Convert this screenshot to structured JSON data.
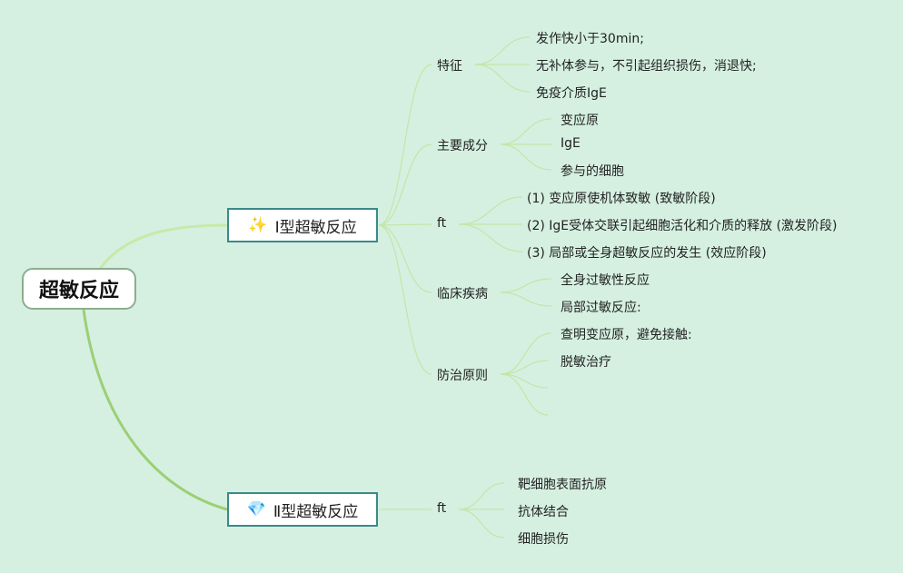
{
  "root": {
    "label": "超敏反应"
  },
  "branches": [
    {
      "label": "Ⅰ型超敏反应",
      "icon": "magic-wand-icon",
      "icon_glyph": "✨",
      "icon_color": "#e0457b",
      "children": [
        {
          "label": "特征",
          "items": [
            "发作快小于30min;",
            "无补体参与，不引起组织损伤，消退快;",
            "免疫介质IgE"
          ]
        },
        {
          "label": "主要成分",
          "items": [
            "变应原",
            "IgE",
            "参与的细胞"
          ]
        },
        {
          "label": "ft",
          "items": [
            "(1) 变应原使机体致敏 (致敏阶段)",
            "(2) IgE受体交联引起细胞活化和介质的释放 (激发阶段)",
            "(3) 局部或全身超敏反应的发生 (效应阶段)"
          ]
        },
        {
          "label": "临床疾病",
          "items": [
            "全身过敏性反应",
            "局部过敏反应:"
          ]
        },
        {
          "label": "防治原则",
          "items": [
            "查明变应原，避免接触:",
            "脱敏治疗",
            "",
            ""
          ]
        }
      ]
    },
    {
      "label": "Ⅱ型超敏反应",
      "icon": "diamond-icon",
      "icon_glyph": "💎",
      "icon_color": "#e6c21a",
      "children": [
        {
          "label": "ft",
          "items": [
            "靶细胞表面抗原",
            "抗体结合",
            "细胞损伤"
          ]
        }
      ]
    }
  ],
  "colors": {
    "background": "#d5f0e1",
    "root_connector": "#9ccf74",
    "branch_connector": "#b9e29a",
    "root_border": "#8cae8c",
    "branch_border": "#3a8a8a"
  }
}
